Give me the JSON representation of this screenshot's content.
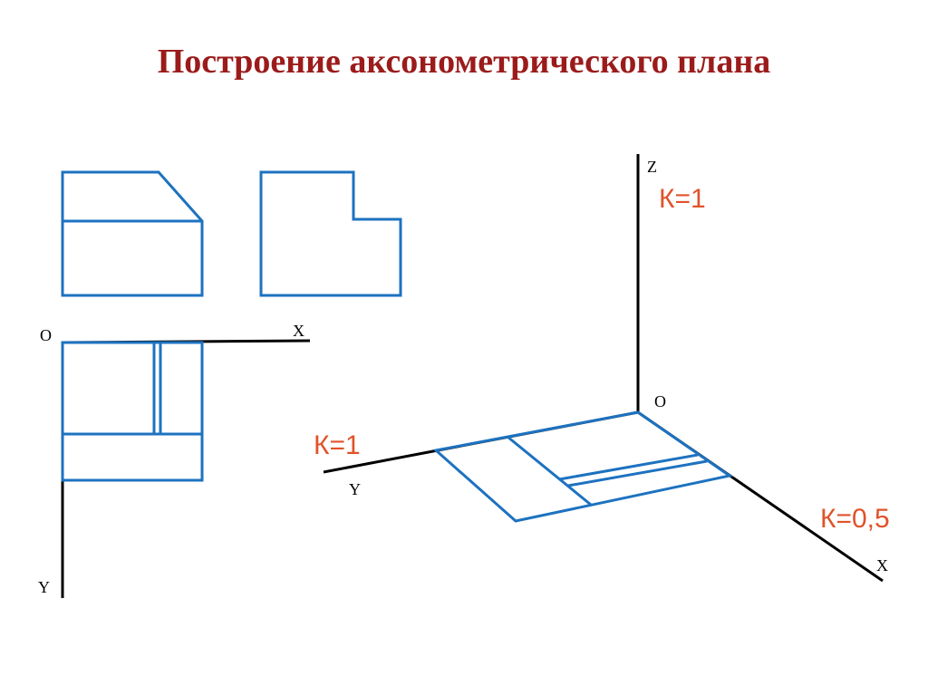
{
  "title": "Построение аксонометрического плана",
  "colors": {
    "title": "#9b1b1b",
    "figure": "#1d72c0",
    "coefficient": "#e0532a",
    "axis": "#000000"
  },
  "orthographic_axes": {
    "origin": "O",
    "x": "X",
    "y": "Y"
  },
  "axonometric_axes": {
    "origin": "O",
    "x": "X",
    "y": "Y",
    "z": "Z",
    "k_z": "К=1",
    "k_y": "К=1",
    "k_x": "К=0,5"
  }
}
